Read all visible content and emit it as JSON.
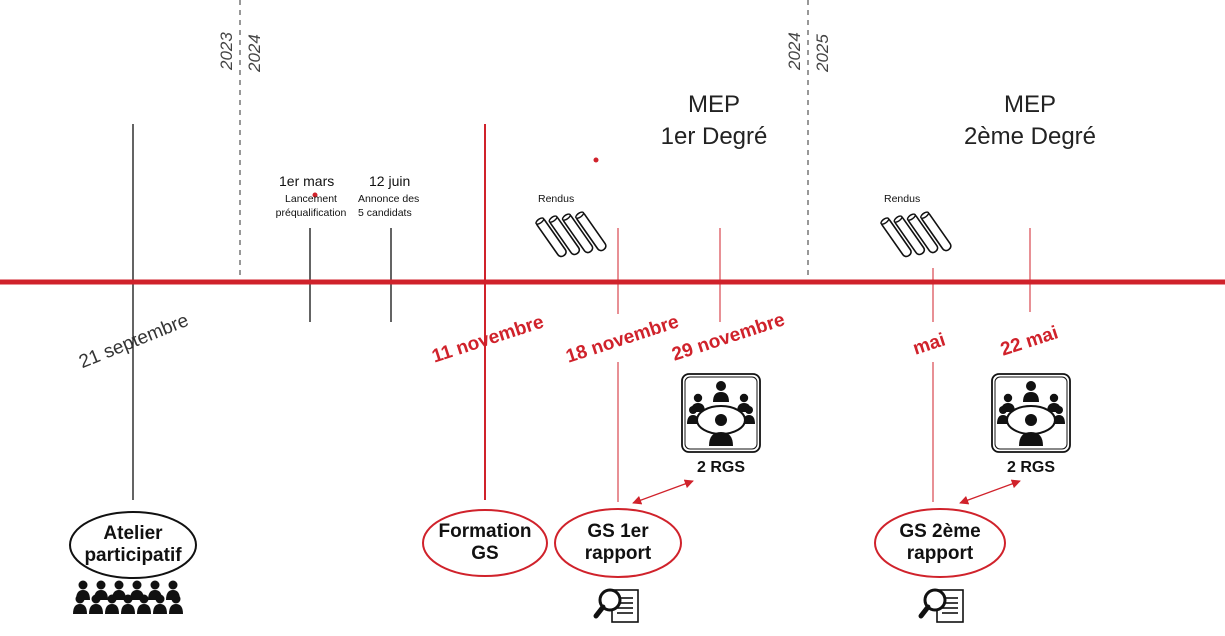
{
  "years": {
    "y1": "2023",
    "y2": "2024",
    "y3": "2024",
    "y4": "2025"
  },
  "mep1": {
    "line1": "MEP",
    "line2": "1er Degré"
  },
  "mep2": {
    "line1": "MEP",
    "line2": "2ème Degré"
  },
  "events": {
    "mars_date": "1er mars",
    "mars_desc_1": "Lancement",
    "mars_desc_2": "préqualification",
    "juin_date": "12 juin",
    "juin_desc_1": "Annonce des",
    "juin_desc_2": "5 candidats",
    "rendus1": "Rendus",
    "rendus2": "Rendus"
  },
  "dates": {
    "sept": "21 septembre",
    "nov11": "11 novembre",
    "nov18": "18 novembre",
    "nov29": "29 novembre",
    "mai": "mai",
    "mai22": "22 mai"
  },
  "ovals": {
    "atelier": [
      "Atelier",
      "participatif"
    ],
    "formation": [
      "Formation",
      "GS"
    ],
    "gs1": [
      "GS 1er",
      "rapport"
    ],
    "gs2": [
      "GS 2ème",
      "rapport"
    ]
  },
  "rgs1": "2 RGS",
  "rgs2": "2 RGS",
  "colors": {
    "accent": "#d0222b",
    "dark": "#111111",
    "dash": "#777777"
  },
  "icons": [
    "meeting-table-icon",
    "meeting-table-icon",
    "documents-icon",
    "documents-icon",
    "magnifier-document-icon",
    "magnifier-document-icon",
    "crowd-icon"
  ]
}
